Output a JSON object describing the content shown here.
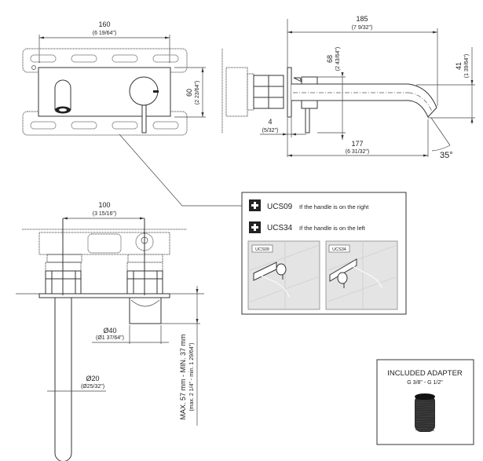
{
  "front_view": {
    "width_mm": "160",
    "width_in": "(6 19/64\")",
    "height_mm": "60",
    "height_in": "(2 23/64\")"
  },
  "side_view": {
    "length_mm": "185",
    "length_in": "(7 9/32\")",
    "spout_height_mm": "68",
    "spout_height_in": "(2 43/64\")",
    "outlet_drop_mm": "41",
    "outlet_drop_in": "(1 39/64\")",
    "plate_thickness_mm": "4",
    "plate_thickness_in": "(5/32\")",
    "reach_mm": "177",
    "reach_in": "(6 31/32\")",
    "angle": "35°"
  },
  "top_view": {
    "spacing_mm": "100",
    "spacing_in": "(3 15/16\")",
    "body_diameter_mm": "Ø40",
    "body_diameter_in": "(Ø1 37/64\")",
    "spout_diameter_mm": "Ø20",
    "spout_diameter_in": "(Ø25/32\")",
    "depth_range_mm": "MAX. 57 mm - MIN. 37 mm",
    "depth_range_in": "(max. 2 1/4\" - min. 1 29/64\")"
  },
  "options_panel": {
    "options": [
      {
        "code": "UCS09",
        "description": "If the handle is on the right",
        "icon": "plus-icon"
      },
      {
        "code": "UCS34",
        "description": "If the handle is on the left",
        "icon": "plus-icon"
      }
    ],
    "thumbnails": [
      {
        "label": "UCS09"
      },
      {
        "label": "UCS34"
      }
    ]
  },
  "adapter_panel": {
    "title": "INCLUDED ADAPTER",
    "spec": "G 3/8\" - G 1/2\""
  },
  "colors": {
    "line": "#333333",
    "icon_bg": "#222222",
    "thumb_bg": "#e4e4e4"
  }
}
